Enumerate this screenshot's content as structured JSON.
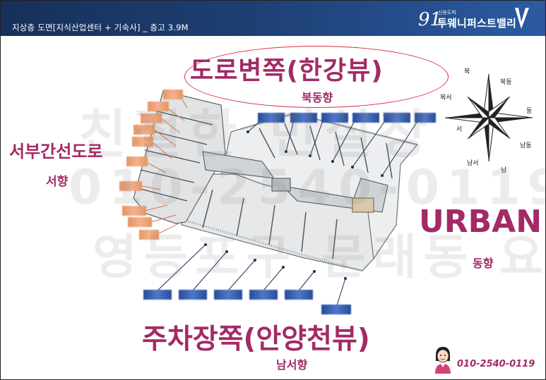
{
  "header": {
    "title": "지상층 도면[지식산업센터 + 기숙사] _ 층고 3.9M",
    "brand_number": "91",
    "brand_small": "신용도빅",
    "brand_name": "투웨니퍼스트밸리"
  },
  "watermark": {
    "line1": "친절한 민실장",
    "line2": "010-2540-0119",
    "line3": "영등포구 문래동 요"
  },
  "directions": {
    "north_title": "도로변쪽(한강뷰)",
    "north_sub": "북동향",
    "west_title": "서부간선도로",
    "west_sub": "서향",
    "east_title": "URBAN",
    "east_sub": "동향",
    "south_title": "주차장쪽(안양천뷰)",
    "south_sub": "남서향"
  },
  "compass": {
    "n": "북",
    "ne": "북동",
    "e": "동",
    "se": "남동",
    "s": "남",
    "sw": "남서",
    "w": "서",
    "nw": "북서"
  },
  "contact": {
    "name": "친절한 민실장",
    "phone": "010-2540-0119"
  },
  "colors": {
    "header_bg": "#1d3f73",
    "label_magenta": "#a32a66",
    "ellipse_red": "#d9303b",
    "blurred_label_blue": "#3a62b4",
    "blurred_label_orange": "#ec9f72"
  }
}
